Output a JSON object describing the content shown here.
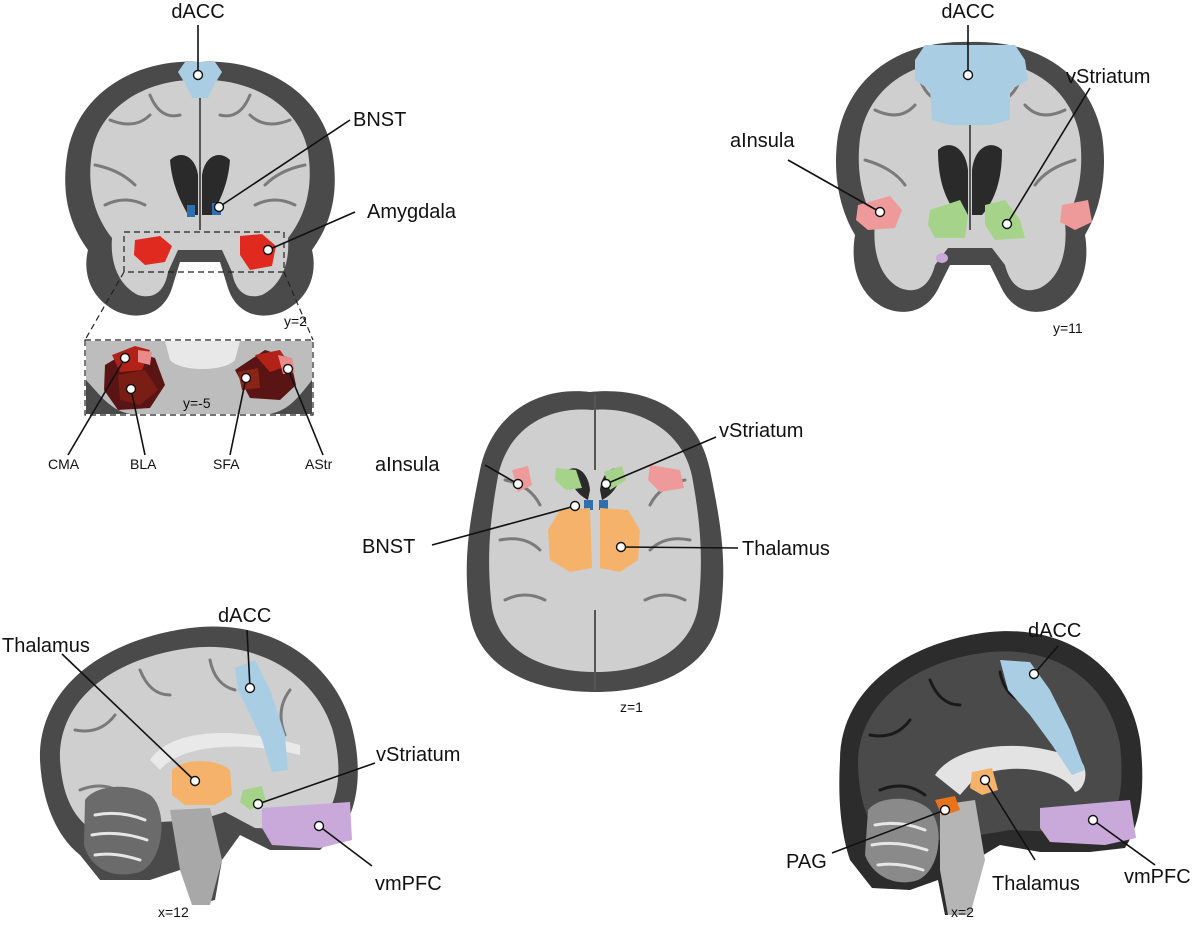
{
  "regions": {
    "dACC": "dACC",
    "BNST": "BNST",
    "Amygdala": "Amygdala",
    "vStriatum": "vStriatum",
    "aInsula": "aInsula",
    "Thalamus": "Thalamus",
    "vmPFC": "vmPFC",
    "PAG": "PAG",
    "CMA": "CMA",
    "BLA": "BLA",
    "SFA": "SFA",
    "AStr": "AStr"
  },
  "slices": {
    "coronal_left": "y=2",
    "zoom": "y=-5",
    "coronal_right": "y=11",
    "axial": "z=1",
    "sagittal_left": "x=12",
    "sagittal_right": "x=2"
  },
  "colors": {
    "dACC": "#a9cde3",
    "BNST": "#2f6fb0",
    "Amygdala": "#e02a1f",
    "vStriatum": "#a5d38a",
    "aInsula": "#ef9a9a",
    "Thalamus": "#f5b26b",
    "vmPFC": "#c9a9d9",
    "PAG": "#e8731a"
  }
}
